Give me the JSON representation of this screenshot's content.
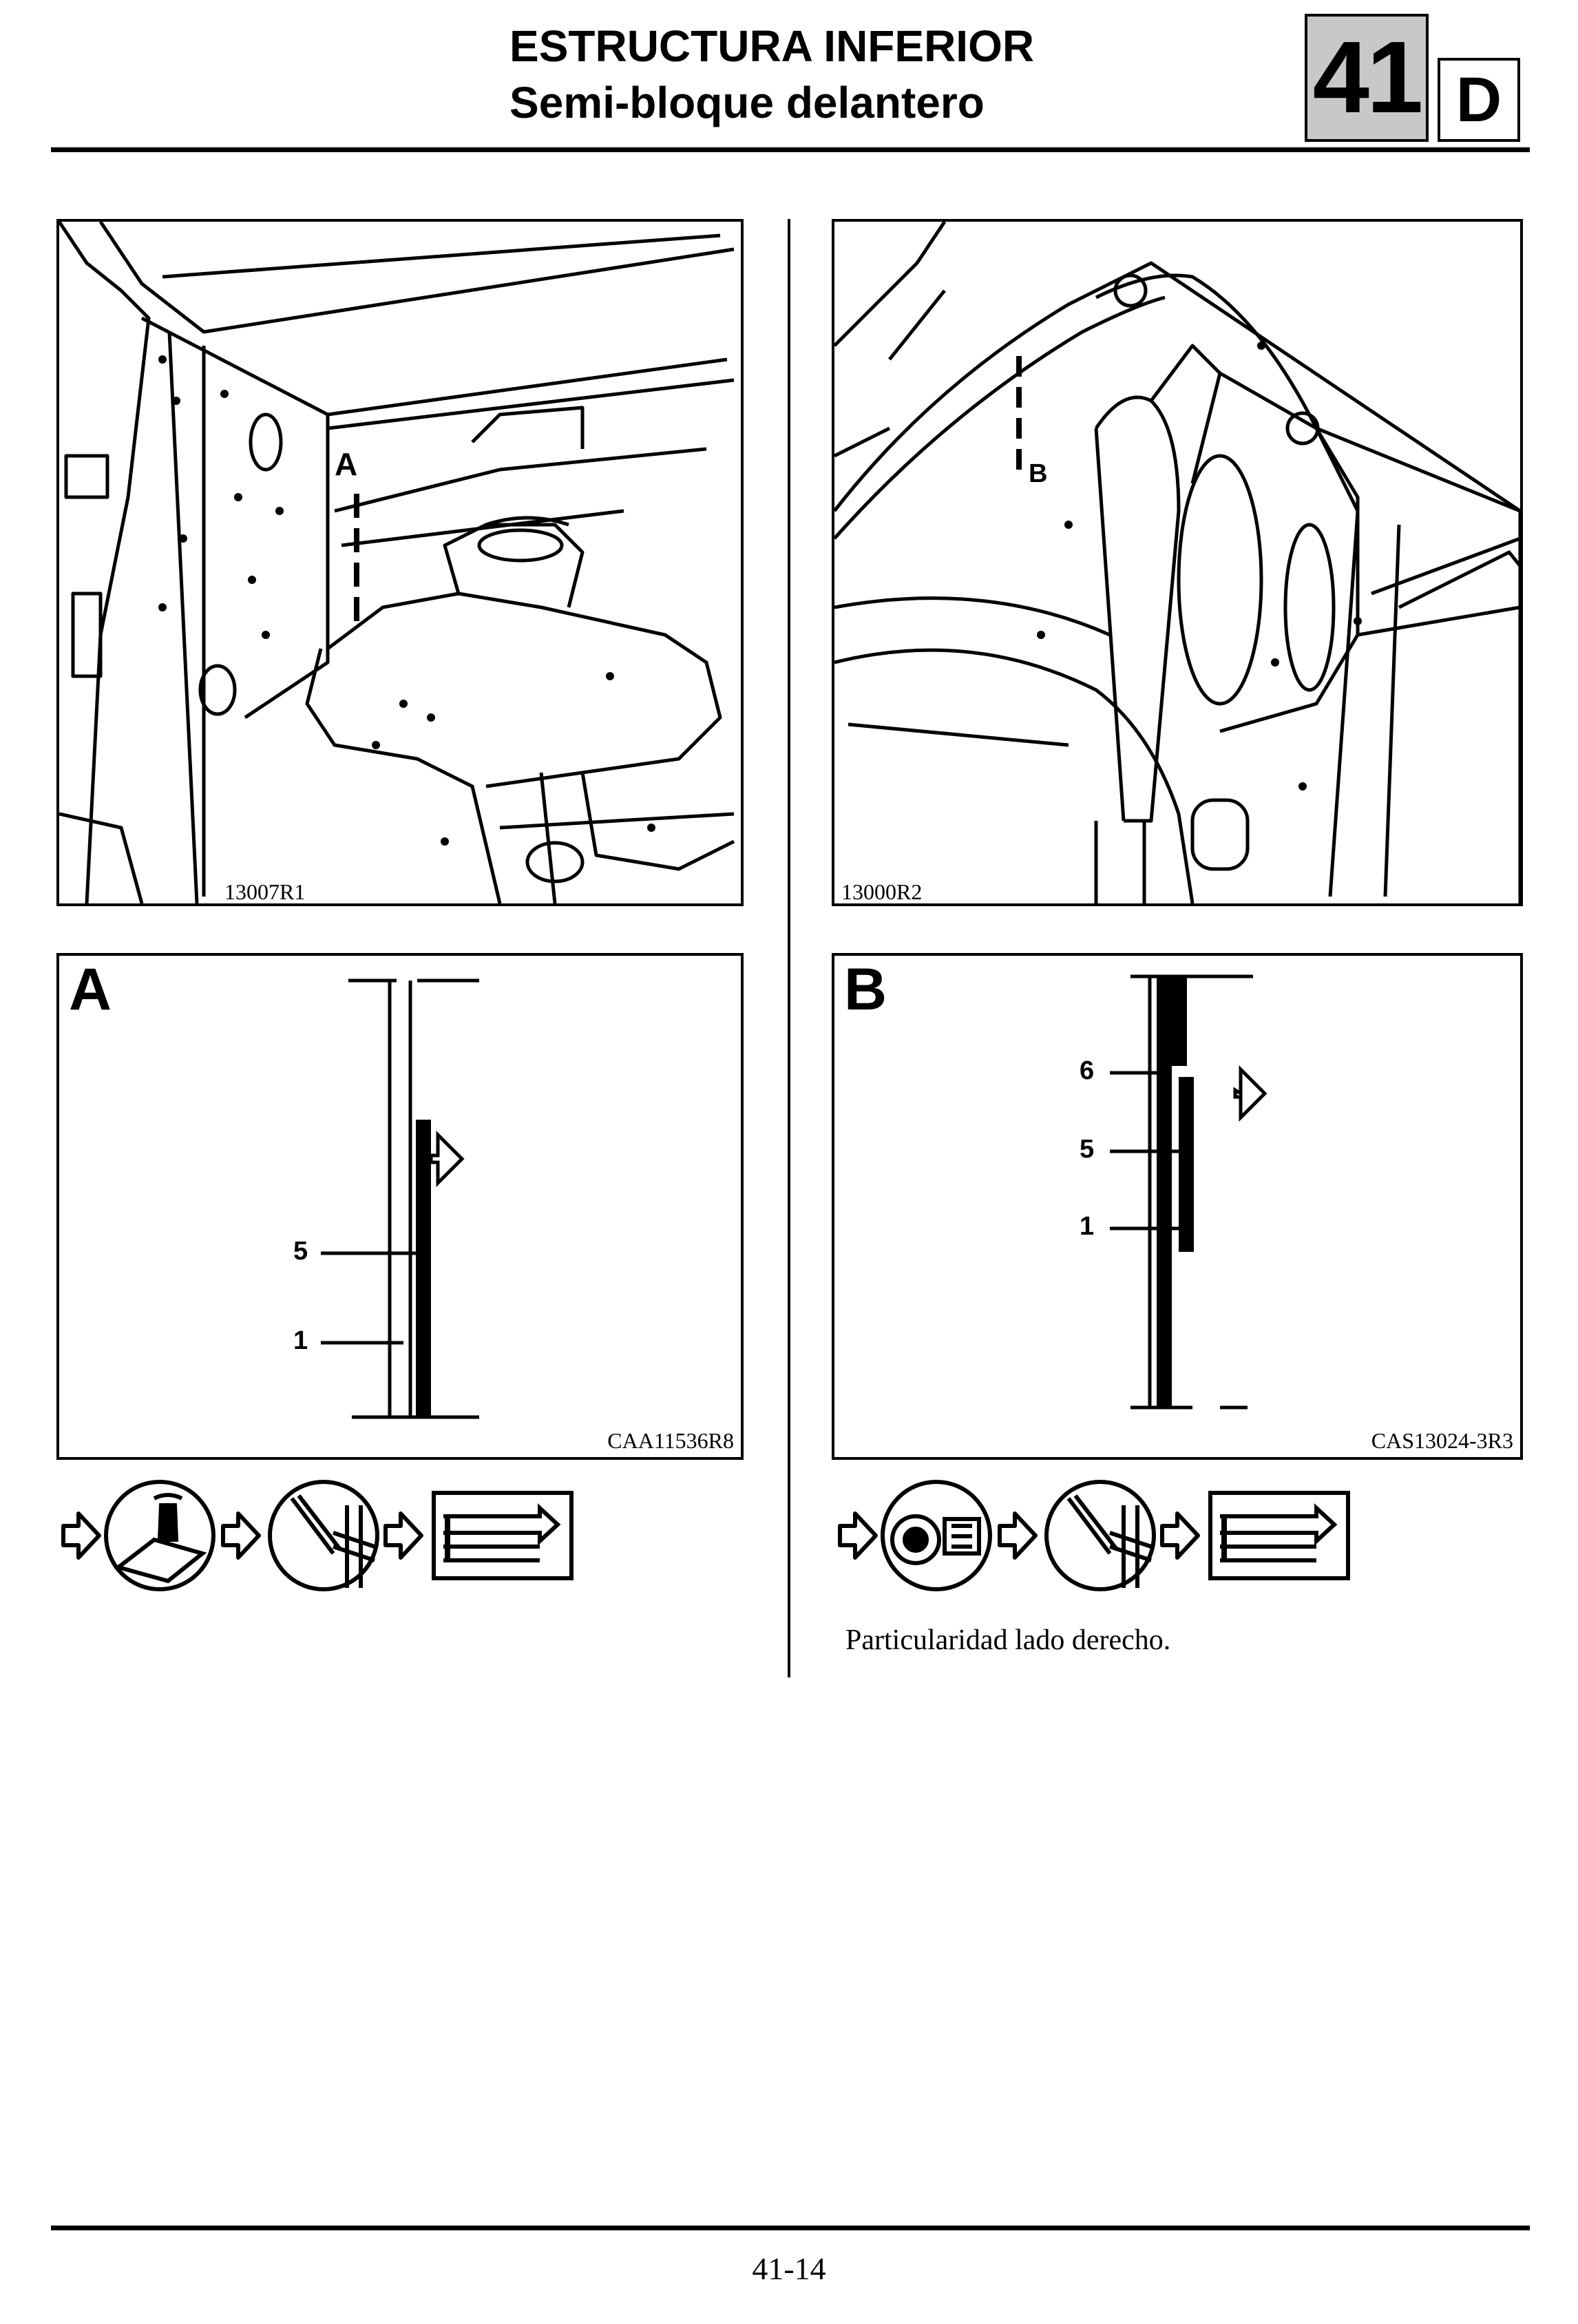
{
  "header": {
    "title": "ESTRUCTURA INFERIOR",
    "subtitle": "Semi-bloque delantero",
    "section_number": "41",
    "section_letter": "D"
  },
  "figures": {
    "fig1": {
      "reference": "13007R1",
      "callout": "A"
    },
    "fig2": {
      "reference": "13000R2",
      "callout": "B"
    },
    "detail_a": {
      "letter": "A",
      "reference": "CAA11536R8",
      "labels": [
        "5",
        "1"
      ]
    },
    "detail_b": {
      "letter": "B",
      "reference": "CAS13024-3R3",
      "labels": [
        "6",
        "5",
        "1"
      ]
    }
  },
  "symbols": {
    "left": [
      "arrow-icon",
      "drill-spot-weld-icon",
      "arrow-icon",
      "cut-tool-icon",
      "arrow-icon",
      "plug-weld-icon"
    ],
    "right": [
      "arrow-icon",
      "spot-weld-removal-icon",
      "arrow-icon",
      "cut-tool-icon",
      "arrow-icon",
      "plug-weld-icon"
    ]
  },
  "caption": "Particularidad lado derecho.",
  "footer": {
    "page_number": "41-14"
  }
}
